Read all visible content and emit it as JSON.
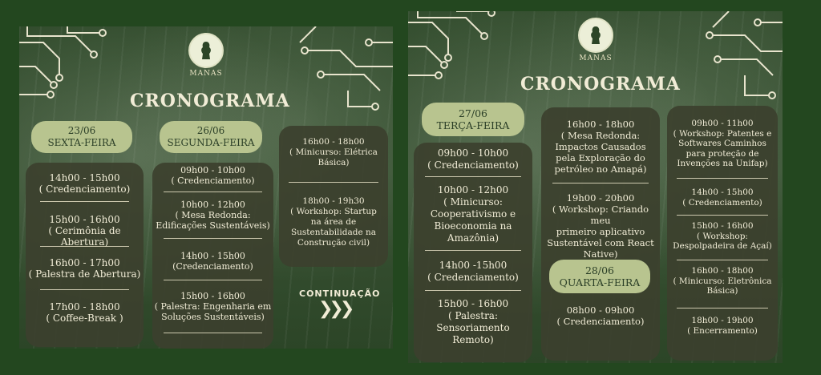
{
  "left_panel": {
    "logo_text": "MANAS",
    "title": "CRONOGRAMA",
    "continuation": "CONTINUAÇÃO",
    "continuation_icon": "triple-chevron-right",
    "day1": {
      "date": "23/06",
      "weekday": "SEXTA-FEIRA",
      "items": [
        {
          "time": "14h00 - 15h00",
          "desc": "( Credenciamento)"
        },
        {
          "time": "15h00 - 16h00",
          "desc": "( Cerimônia de Abertura)"
        },
        {
          "time": "16h00 - 17h00",
          "desc": "( Palestra de Abertura)"
        },
        {
          "time": "17h00 - 18h00",
          "desc": "( Coffee-Break )"
        }
      ]
    },
    "day2": {
      "date": "26/06",
      "weekday": "SEGUNDA-FEIRA",
      "items": [
        {
          "time": "09h00 - 10h00",
          "desc": "( Credenciamento)"
        },
        {
          "time": "10h00 - 12h00",
          "desc": "( Mesa Redonda:",
          "desc2": "Edificações Sustentáveis)"
        },
        {
          "time": "14h00 - 15h00",
          "desc": "(Credenciamento)"
        },
        {
          "time": "15h00 - 16h00",
          "desc": "( Palestra: Engenharia em",
          "desc2": "Soluções Sustentáveis)"
        }
      ]
    },
    "day2_cont": {
      "items": [
        {
          "time": "16h00 - 18h00",
          "desc": "( Minicurso: Elétrica",
          "desc2": "Básica)"
        },
        {
          "time": "18h00 - 19h30",
          "desc": "( Workshop: Startup",
          "desc2": "na área de",
          "desc3": "Sustentabilidade na",
          "desc4": "Construção civil)"
        }
      ]
    }
  },
  "right_panel": {
    "logo_text": "MANAS",
    "title": "CRONOGRAMA",
    "day3": {
      "date": "27/06",
      "weekday": "TERÇA-FEIRA",
      "items": [
        {
          "time": "09h00 - 10h00",
          "desc": "( Credenciamento)"
        },
        {
          "time": "10h00 - 12h00",
          "desc": "( Minicurso:",
          "desc2": "Cooperativismo e",
          "desc3": "Bioeconomia na",
          "desc4": "Amazônia)"
        },
        {
          "time": "14h00 -15h00",
          "desc": "( Credenciamento)"
        },
        {
          "time": "15h00 - 16h00",
          "desc": "( Palestra:",
          "desc2": "Sensoriamento",
          "desc3": "Remoto)"
        }
      ]
    },
    "day3_cont": {
      "items": [
        {
          "time": "16h00 - 18h00",
          "desc": "( Mesa Redonda:",
          "desc2": "Impactos Causados",
          "desc3": "pela Exploração do",
          "desc4": "petróleo no Amapá)"
        },
        {
          "time": "19h00 - 20h00",
          "desc": "( Workshop: Criando meu",
          "desc2": "primeiro aplicativo",
          "desc3": "Sustentável com React",
          "desc4": "Native)"
        }
      ]
    },
    "day4": {
      "date": "28/06",
      "weekday": "QUARTA-FEIRA",
      "items": [
        {
          "time": "08h00 - 09h00",
          "desc": "( Credenciamento)"
        }
      ]
    },
    "day4_cont": {
      "items": [
        {
          "time": "09h00 - 11h00",
          "desc": "( Workshop: Patentes e",
          "desc2": "Softwares Caminhos",
          "desc3": "para proteção de",
          "desc4": "Invenções na Unifap)"
        },
        {
          "time": "14h00 - 15h00",
          "desc": "( Credenciamento)"
        },
        {
          "time": "15h00 - 16h00",
          "desc": "( Workshop:",
          "desc2": "Despolpadeira de Açaí)"
        },
        {
          "time": "16h00 - 18h00",
          "desc": "( Minicurso: Eletrônica",
          "desc2": "Básica)"
        },
        {
          "time": "18h00 - 19h00",
          "desc": "( Encerramento)"
        }
      ]
    }
  },
  "colors": {
    "background": "#23471f",
    "pill": "#b8c48f",
    "card": "#3c402e",
    "text": "#f1ecd6"
  }
}
